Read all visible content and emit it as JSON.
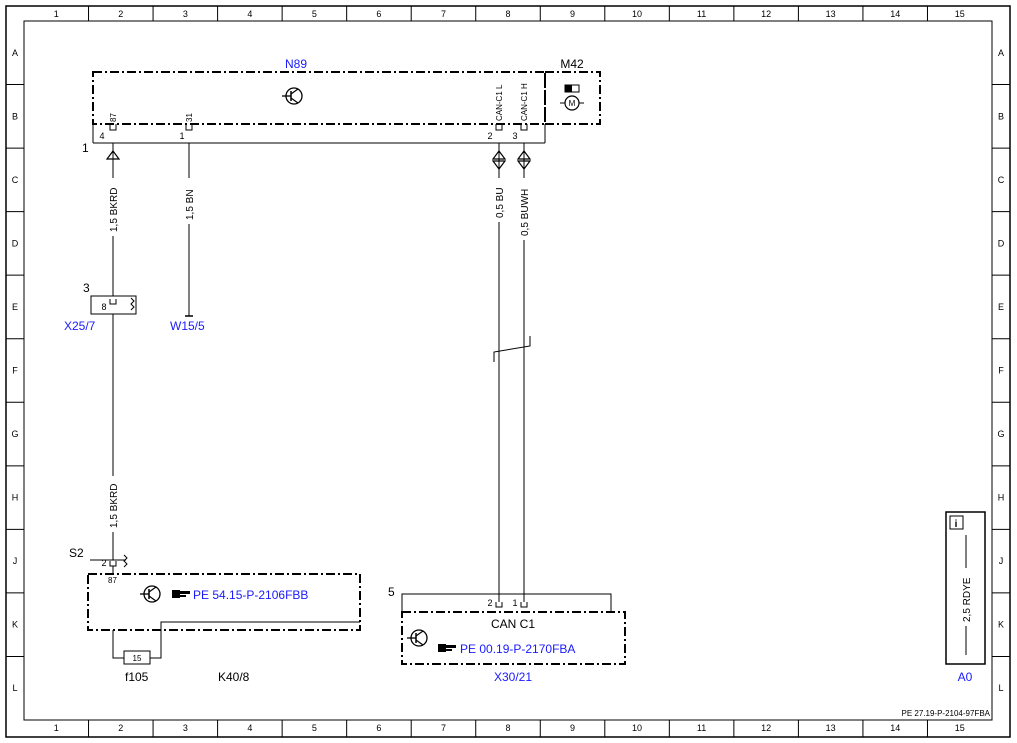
{
  "grid": {
    "columns": [
      "1",
      "2",
      "3",
      "4",
      "5",
      "6",
      "7",
      "8",
      "9",
      "10",
      "11",
      "12",
      "13",
      "14",
      "15"
    ],
    "rows": [
      "A",
      "B",
      "C",
      "D",
      "E",
      "F",
      "G",
      "H",
      "J",
      "K",
      "L"
    ]
  },
  "components": {
    "n89": "N89",
    "m42": "M42",
    "x25_7": "X25/7",
    "w15_5": "W15/5",
    "s2": "S2",
    "k40_8": "K40/8",
    "f105": "f105",
    "fuse_num": "15",
    "can_c1": "CAN C1",
    "x30_21": "X30/21",
    "a0": "A0"
  },
  "callouts": {
    "n1": "1",
    "n3": "3",
    "n5": "5"
  },
  "pins": {
    "n89_87": "87",
    "n89_31": "31",
    "n89_can_l": "CAN-C1 L",
    "n89_can_h": "CAN-C1 H",
    "p4": "4",
    "p1": "1",
    "p2": "2",
    "p3": "3",
    "x25_8": "8",
    "s2_2": "2",
    "s2_87": "87",
    "can_2": "2",
    "can_1": "1"
  },
  "wires": {
    "w1": "1,5 BKRD",
    "w2": "1,5 BN",
    "w3": "0,5 BU",
    "w4": "0,5 BUWH",
    "w5": "1,5 BKRD",
    "legend_wire": "2,5 RDYE"
  },
  "references": {
    "ref1": "PE 54.15-P-2106FBB",
    "ref2": "PE 00.19-P-2170FBA"
  },
  "info_icon": "i",
  "doc_id": "PE 27.19-P-2104-97FBA"
}
